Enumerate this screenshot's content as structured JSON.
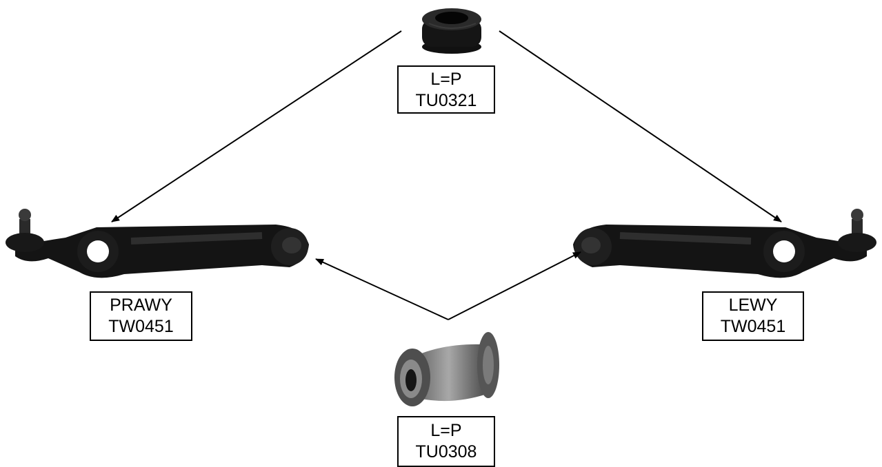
{
  "parts": {
    "top_bushing": {
      "line1": "L=P",
      "line2": "TU0321"
    },
    "right_arm": {
      "line1": "PRAWY",
      "line2": "TW0451"
    },
    "left_arm": {
      "line1": "LEWY",
      "line2": "TW0451"
    },
    "bottom_bushing": {
      "line1": "L=P",
      "line2": "TU0308"
    }
  }
}
